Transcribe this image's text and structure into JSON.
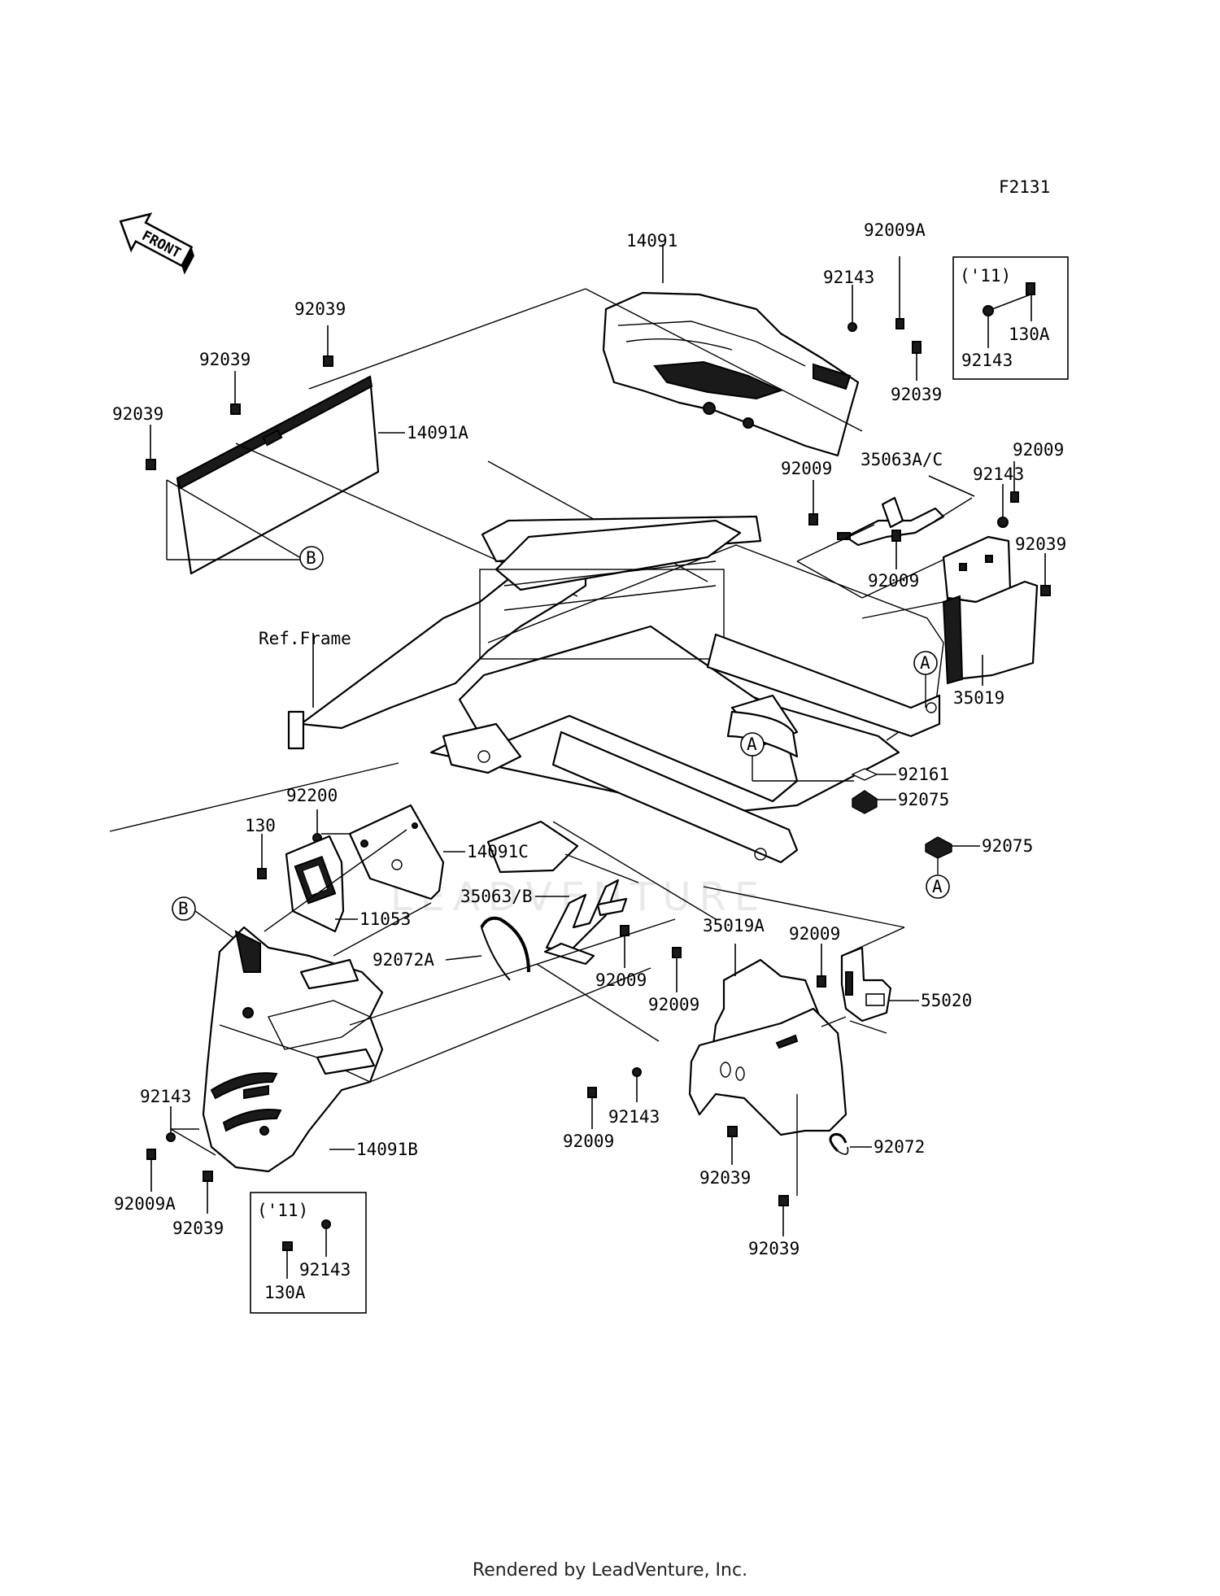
{
  "figure_code": "F2131",
  "front_marker": "FRONT",
  "ref_frame": "Ref.Frame",
  "watermark": "LEADVENTURE",
  "footer": "Rendered by LeadVenture, Inc.",
  "callouts": {
    "c14091": "14091",
    "c92009A_top": "92009A",
    "c92143_top": "92143",
    "c92039_tr": "92039",
    "c14091A": "14091A",
    "c92039_l1": "92039",
    "c92039_l2": "92039",
    "c92039_l3": "92039",
    "c35063AC": "35063A/C",
    "c92009_mid1": "92009",
    "c92009_mid2": "92009",
    "c92009_r": "92009",
    "c92143_r": "92143",
    "c92039_r": "92039",
    "c35019": "35019",
    "c92161": "92161",
    "c92075_1": "92075",
    "c92075_2": "92075",
    "c92200": "92200",
    "c130": "130",
    "c14091C": "14091C",
    "c11053": "11053",
    "c35063B": "35063/B",
    "c92072A": "92072A",
    "c92009_lo1": "92009",
    "c92009_lo2": "92009",
    "c35019A": "35019A",
    "c92009_lo3": "92009",
    "c55020": "55020",
    "c92143_lo": "92143",
    "c92009_lo4": "92009",
    "c92039_lo1": "92039",
    "c92072": "92072",
    "c92039_lo2": "92039",
    "c92143_bl": "92143",
    "c92009A_bl": "92009A",
    "c92039_bl": "92039",
    "c14091B": "14091B"
  },
  "inset_top": {
    "title": "('11)",
    "part_a": "130A",
    "part_b": "92143"
  },
  "inset_bottom": {
    "title": "('11)",
    "part_a": "92143",
    "part_b": "130A"
  },
  "ref_markers": {
    "A1": "A",
    "A2": "A",
    "A3": "A",
    "B1": "B",
    "B2": "B"
  }
}
